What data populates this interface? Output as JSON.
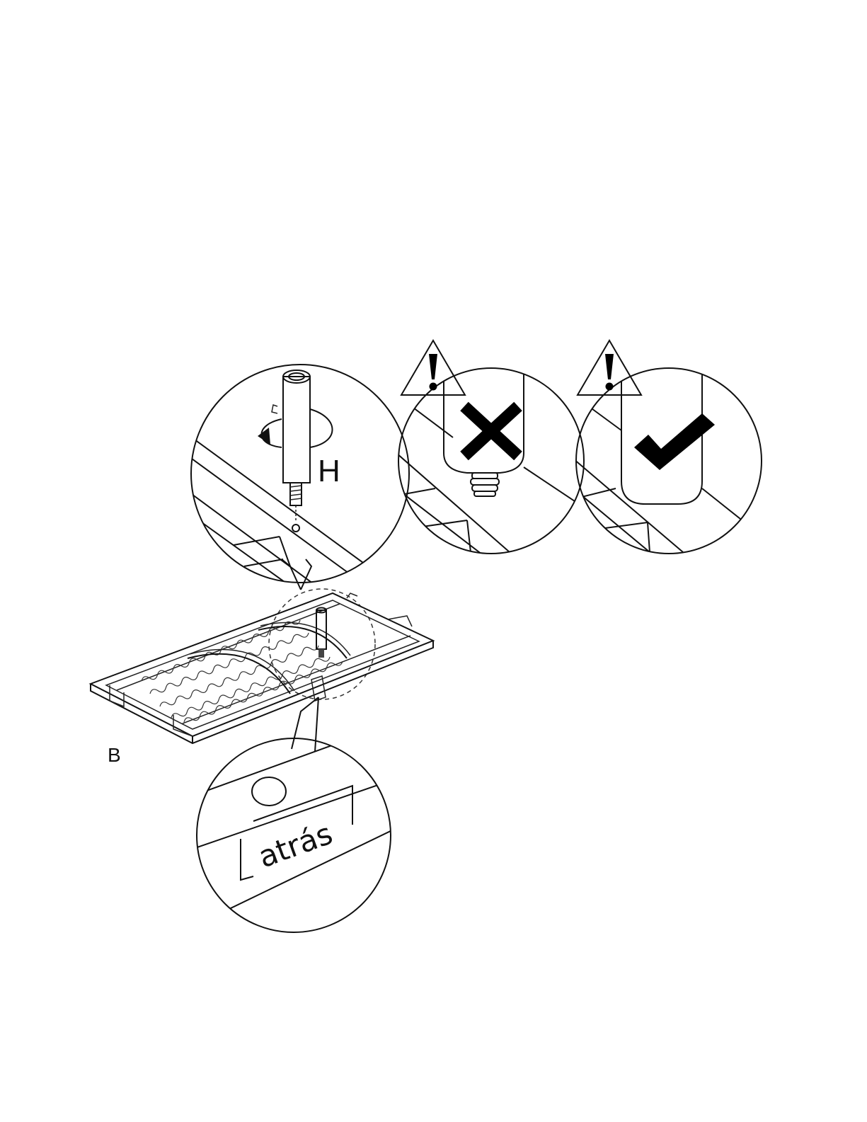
{
  "labels": {
    "part_h": "H",
    "step_b": "B",
    "atras": "atrás"
  },
  "colors": {
    "line": "#111111",
    "background": "#ffffff"
  },
  "icons": {
    "warning_1": "warning-triangle-icon",
    "warning_2": "warning-triangle-icon",
    "wrong": "x-mark-icon",
    "right": "checkmark-icon",
    "rotate": "rotate-arrow-icon"
  }
}
